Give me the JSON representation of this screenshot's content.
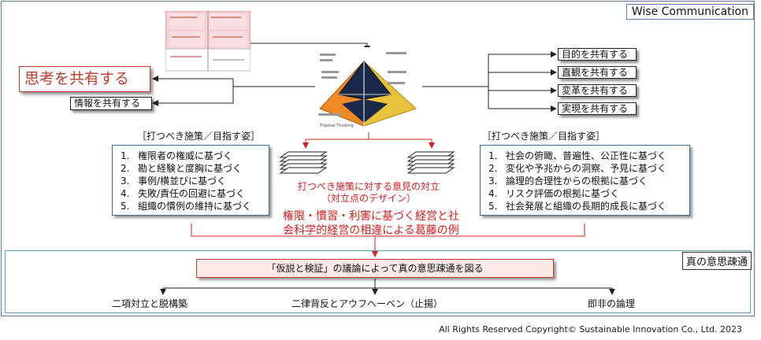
{
  "brand": "Wise Communication",
  "main_title": "思考を共有する",
  "info_share": "情報を共有する",
  "right_items": [
    "目的を共有する",
    "直観を共有する",
    "変革を共有する",
    "実現を共有する"
  ],
  "section_heading_left": "［打つべき施策／目指す姿］",
  "section_heading_right": "［打つべき施策／目指す姿］",
  "left_list": [
    {
      "num": "1.",
      "text": "権限者の権威に基づく"
    },
    {
      "num": "2.",
      "text": "勘と経験と度胸に基づく"
    },
    {
      "num": "3.",
      "text": "事例/横並びに基づく"
    },
    {
      "num": "4.",
      "text": "失敗/責任の回避に基づく"
    },
    {
      "num": "5.",
      "text": "組織の慣例の維持に基づく"
    }
  ],
  "right_list": [
    {
      "num": "1.",
      "text": "社会の俯瞰、普遍性、公正性に基づく"
    },
    {
      "num": "2.",
      "text": "変化や予兆からの洞察、予見に基づく"
    },
    {
      "num": "3.",
      "text": "論理的合理性からの根拠に基づく"
    },
    {
      "num": "4.",
      "text": "リスク評価の根拠に基づく"
    },
    {
      "num": "5.",
      "text": "社会発展と組織の長期的成長に基づく"
    }
  ],
  "center_text1_line1": "打つべき施策に対する意見の対立",
  "center_text1_line2": "（対立点のデザイン）",
  "center_text2_line1": "権限・慣習・利害に基づく経営と社",
  "center_text2_line2": "会科学的経営の相違による葛藤の例",
  "diagram_caption": "Trigonal Thinking",
  "bottom_title": "真の意思疎通",
  "hypothesis_box": "「仮説と検証」の議論によって真の意思疎通を図る",
  "bottom_labels": [
    "二項対立と脱構築",
    "二律背反とアウフヘーベン（止揚）",
    "即非の論理"
  ],
  "copyright": "All Rights Reserved Copyright© Sustainable Innovation Co., Ltd. 2023",
  "colors": {
    "accent_red": "#d61c1c",
    "frame_blue": "#5a7ea8",
    "pink_fill": "#fde9e7"
  }
}
